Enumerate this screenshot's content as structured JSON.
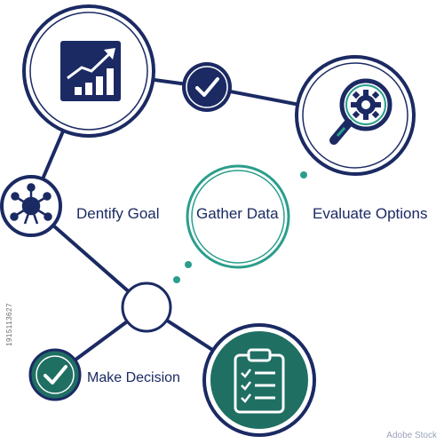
{
  "colors": {
    "navy": "#1b2a63",
    "teal": "#2a9e8c",
    "dark_green": "#1f6f63",
    "white": "#ffffff"
  },
  "labels": {
    "identify_goal": "Dentify Goal",
    "gather_data": "Gather Data",
    "evaluate_options": "Evaluate Options",
    "make_decision": "Make Decision"
  },
  "icons": {
    "top_left": "bar-chart-growth-icon",
    "check_badge": "checkmark-icon",
    "top_right": "magnifier-gear-icon",
    "left": "network-hub-icon",
    "bottom_left": "checkmark-icon",
    "bottom_right": "clipboard-checklist-icon"
  },
  "stock_id": "1915113627",
  "watermark": "Adobe Stock"
}
